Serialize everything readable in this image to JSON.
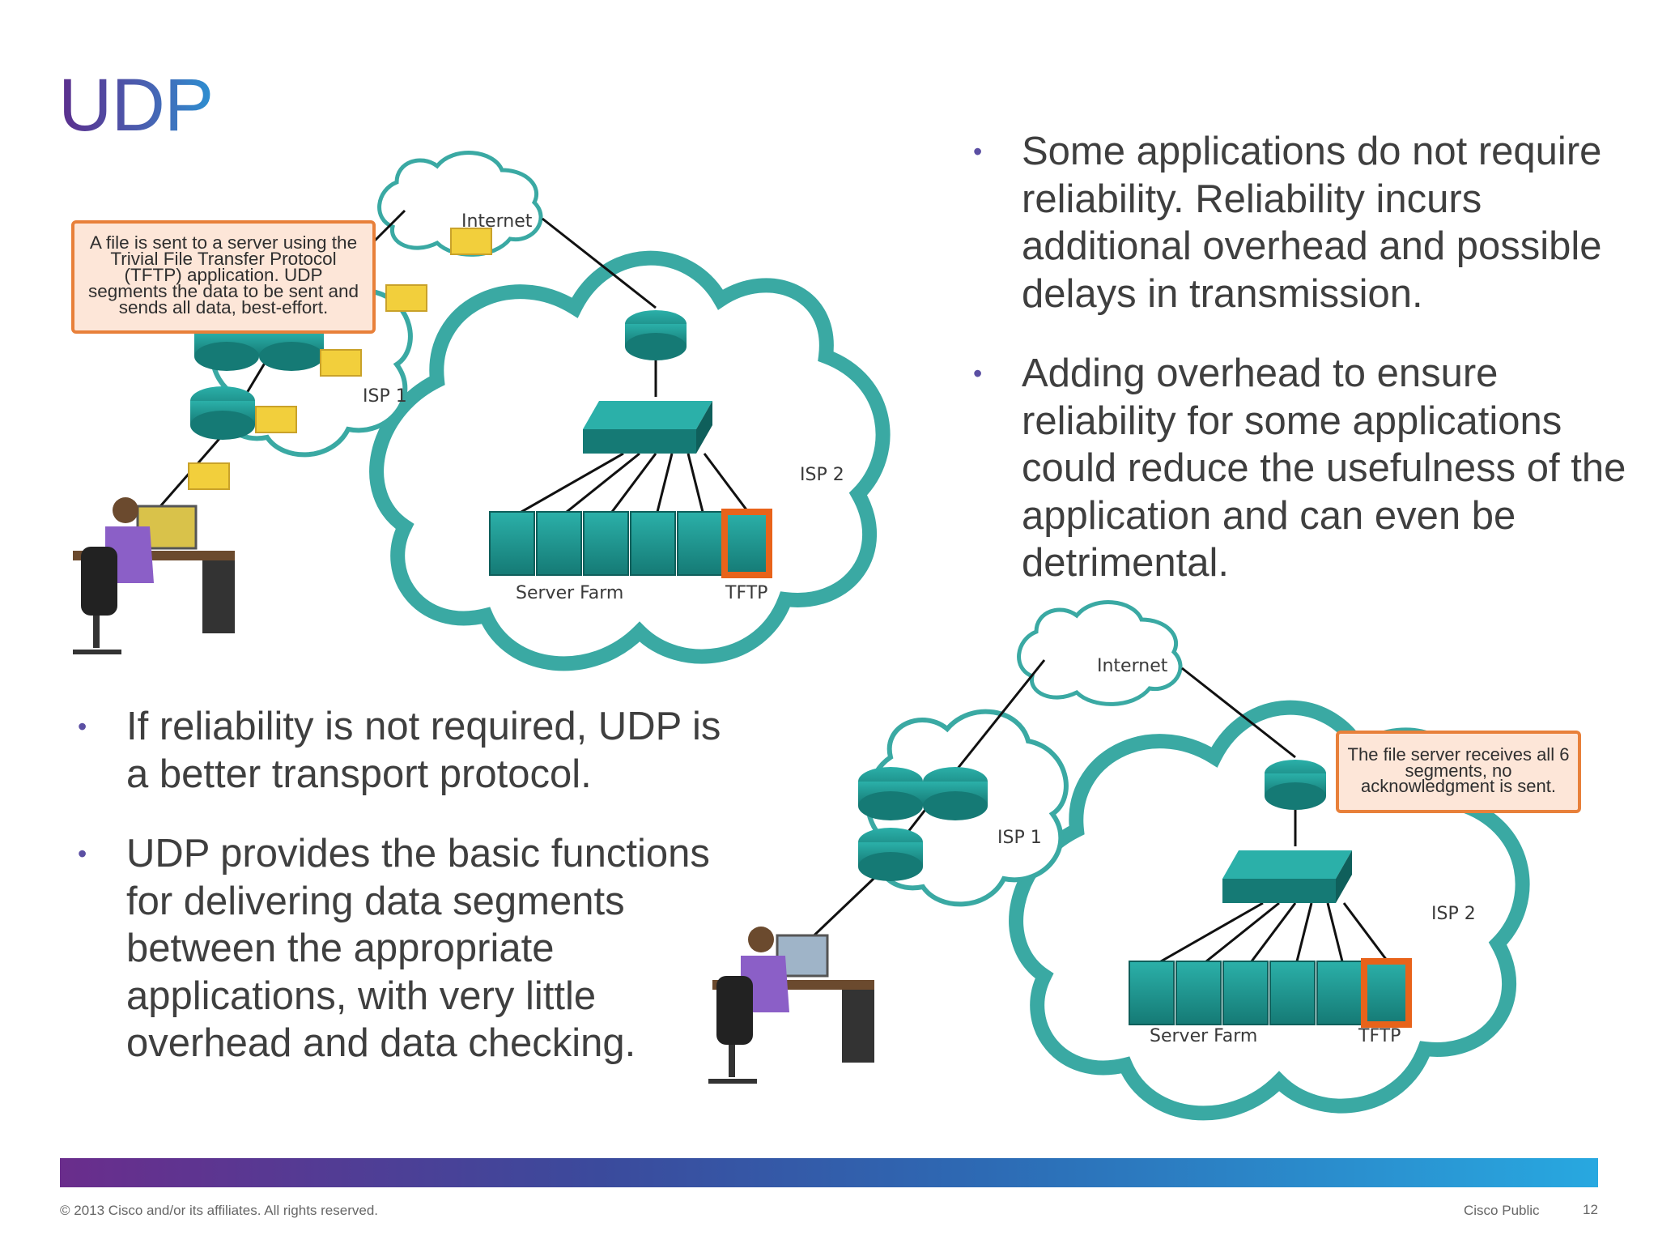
{
  "slide": {
    "title": "UDP",
    "top_bullets": [
      "Some applications do not require reliability. Reliability incurs additional overhead and possible delays in transmission.",
      "Adding overhead to ensure reliability for some applications could reduce the usefulness of the application and can even be detrimental."
    ],
    "bottom_bullets": [
      "If reliability is not required, UDP is a better transport protocol.",
      "UDP provides the basic functions for delivering data segments between the appropriate applications, with very little overhead and data checking."
    ],
    "bullet_glyph": "•"
  },
  "diagram_top": {
    "callout": "A file is sent to a server using the Trivial File Transfer Protocol (TFTP) application. UDP segments the data to be sent and sends all data, best-effort.",
    "internet_label": "Internet",
    "isp1_label": "ISP 1",
    "isp2_label": "ISP 2",
    "server_farm_label": "Server Farm",
    "tftp_label": "TFTP"
  },
  "diagram_bottom": {
    "callout": "The file server receives all 6 segments, no acknowledgment is sent.",
    "internet_label": "Internet",
    "isp1_label": "ISP 1",
    "isp2_label": "ISP 2",
    "server_farm_label": "Server Farm",
    "tftp_label": "TFTP"
  },
  "footer": {
    "copyright": "© 2013 Cisco and/or its affiliates. All rights reserved.",
    "classification": "Cisco Public",
    "page_number": "12"
  },
  "colors": {
    "teal": "#1f9a94",
    "cloud_stroke": "#3aa9a3",
    "callout_border": "#e8803a",
    "envelope": "#f2cf3c",
    "title_start": "#5b2d8c",
    "title_end": "#2d8fd1"
  }
}
